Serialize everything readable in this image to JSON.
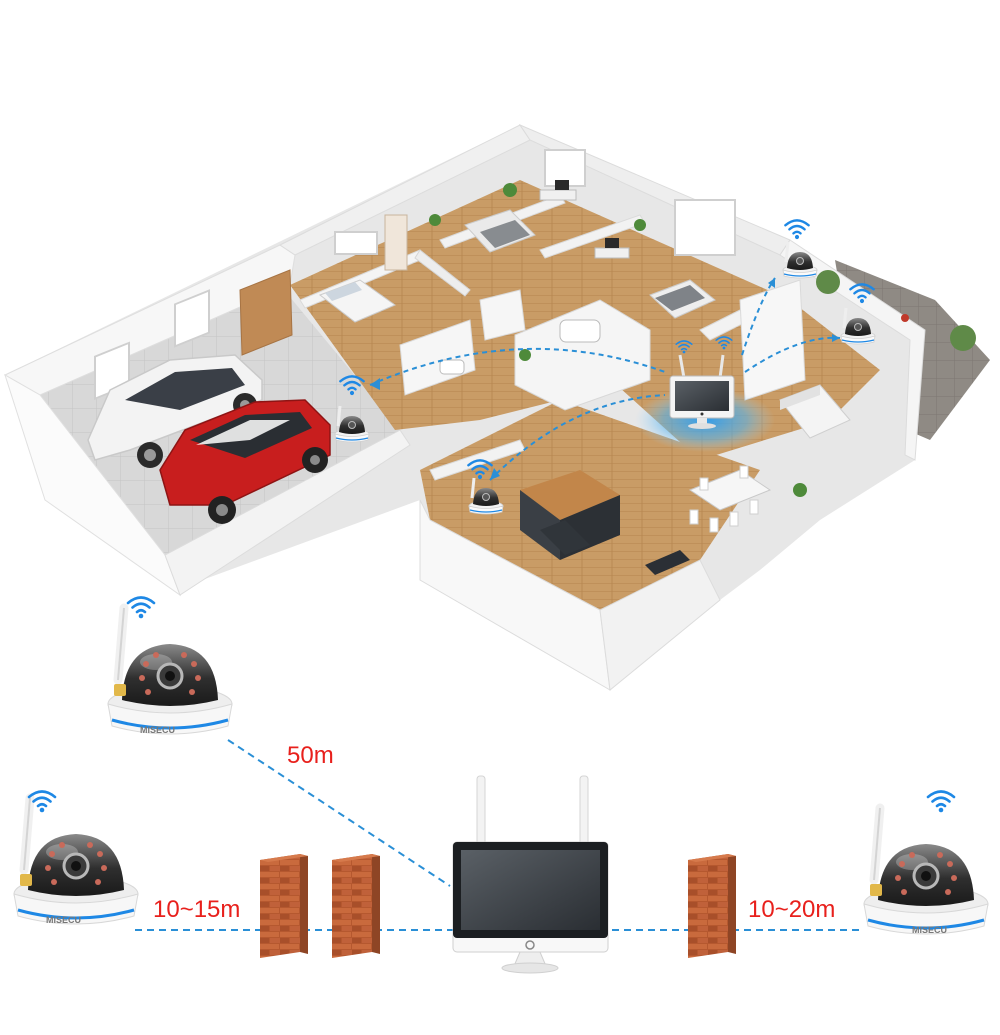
{
  "labels": {
    "range_long": "50m",
    "range_left": "10~15m",
    "range_right": "10~20m"
  },
  "camera_brand": "MISECU",
  "colors": {
    "label_red": "#e8201c",
    "signal_blue": "#1e88e5",
    "link_blue": "#2a8fd6",
    "floor_wood": "#c79a64",
    "wall_white": "#f4f4f4",
    "brick": "#b55a33",
    "car_red": "#c81e1e"
  },
  "icons": {
    "signal": "wifi-signal-icon",
    "camera": "dome-camera-icon",
    "monitor": "nvr-monitor-icon",
    "wall": "brick-wall-icon"
  }
}
